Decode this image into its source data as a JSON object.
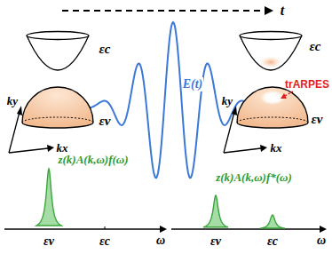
{
  "diagram": {
    "labels": [
      "t",
      "E(t)",
      "εc",
      "εv",
      "ky",
      "kx",
      "εc",
      "εv",
      "ky",
      "kx",
      "trARPES",
      "z(k)A(k,ω)f(ω)",
      "εv",
      "εc",
      "ω",
      "z(k)A(k,ω)f*(ω)",
      "εv",
      "εc",
      "ω"
    ]
  }
}
